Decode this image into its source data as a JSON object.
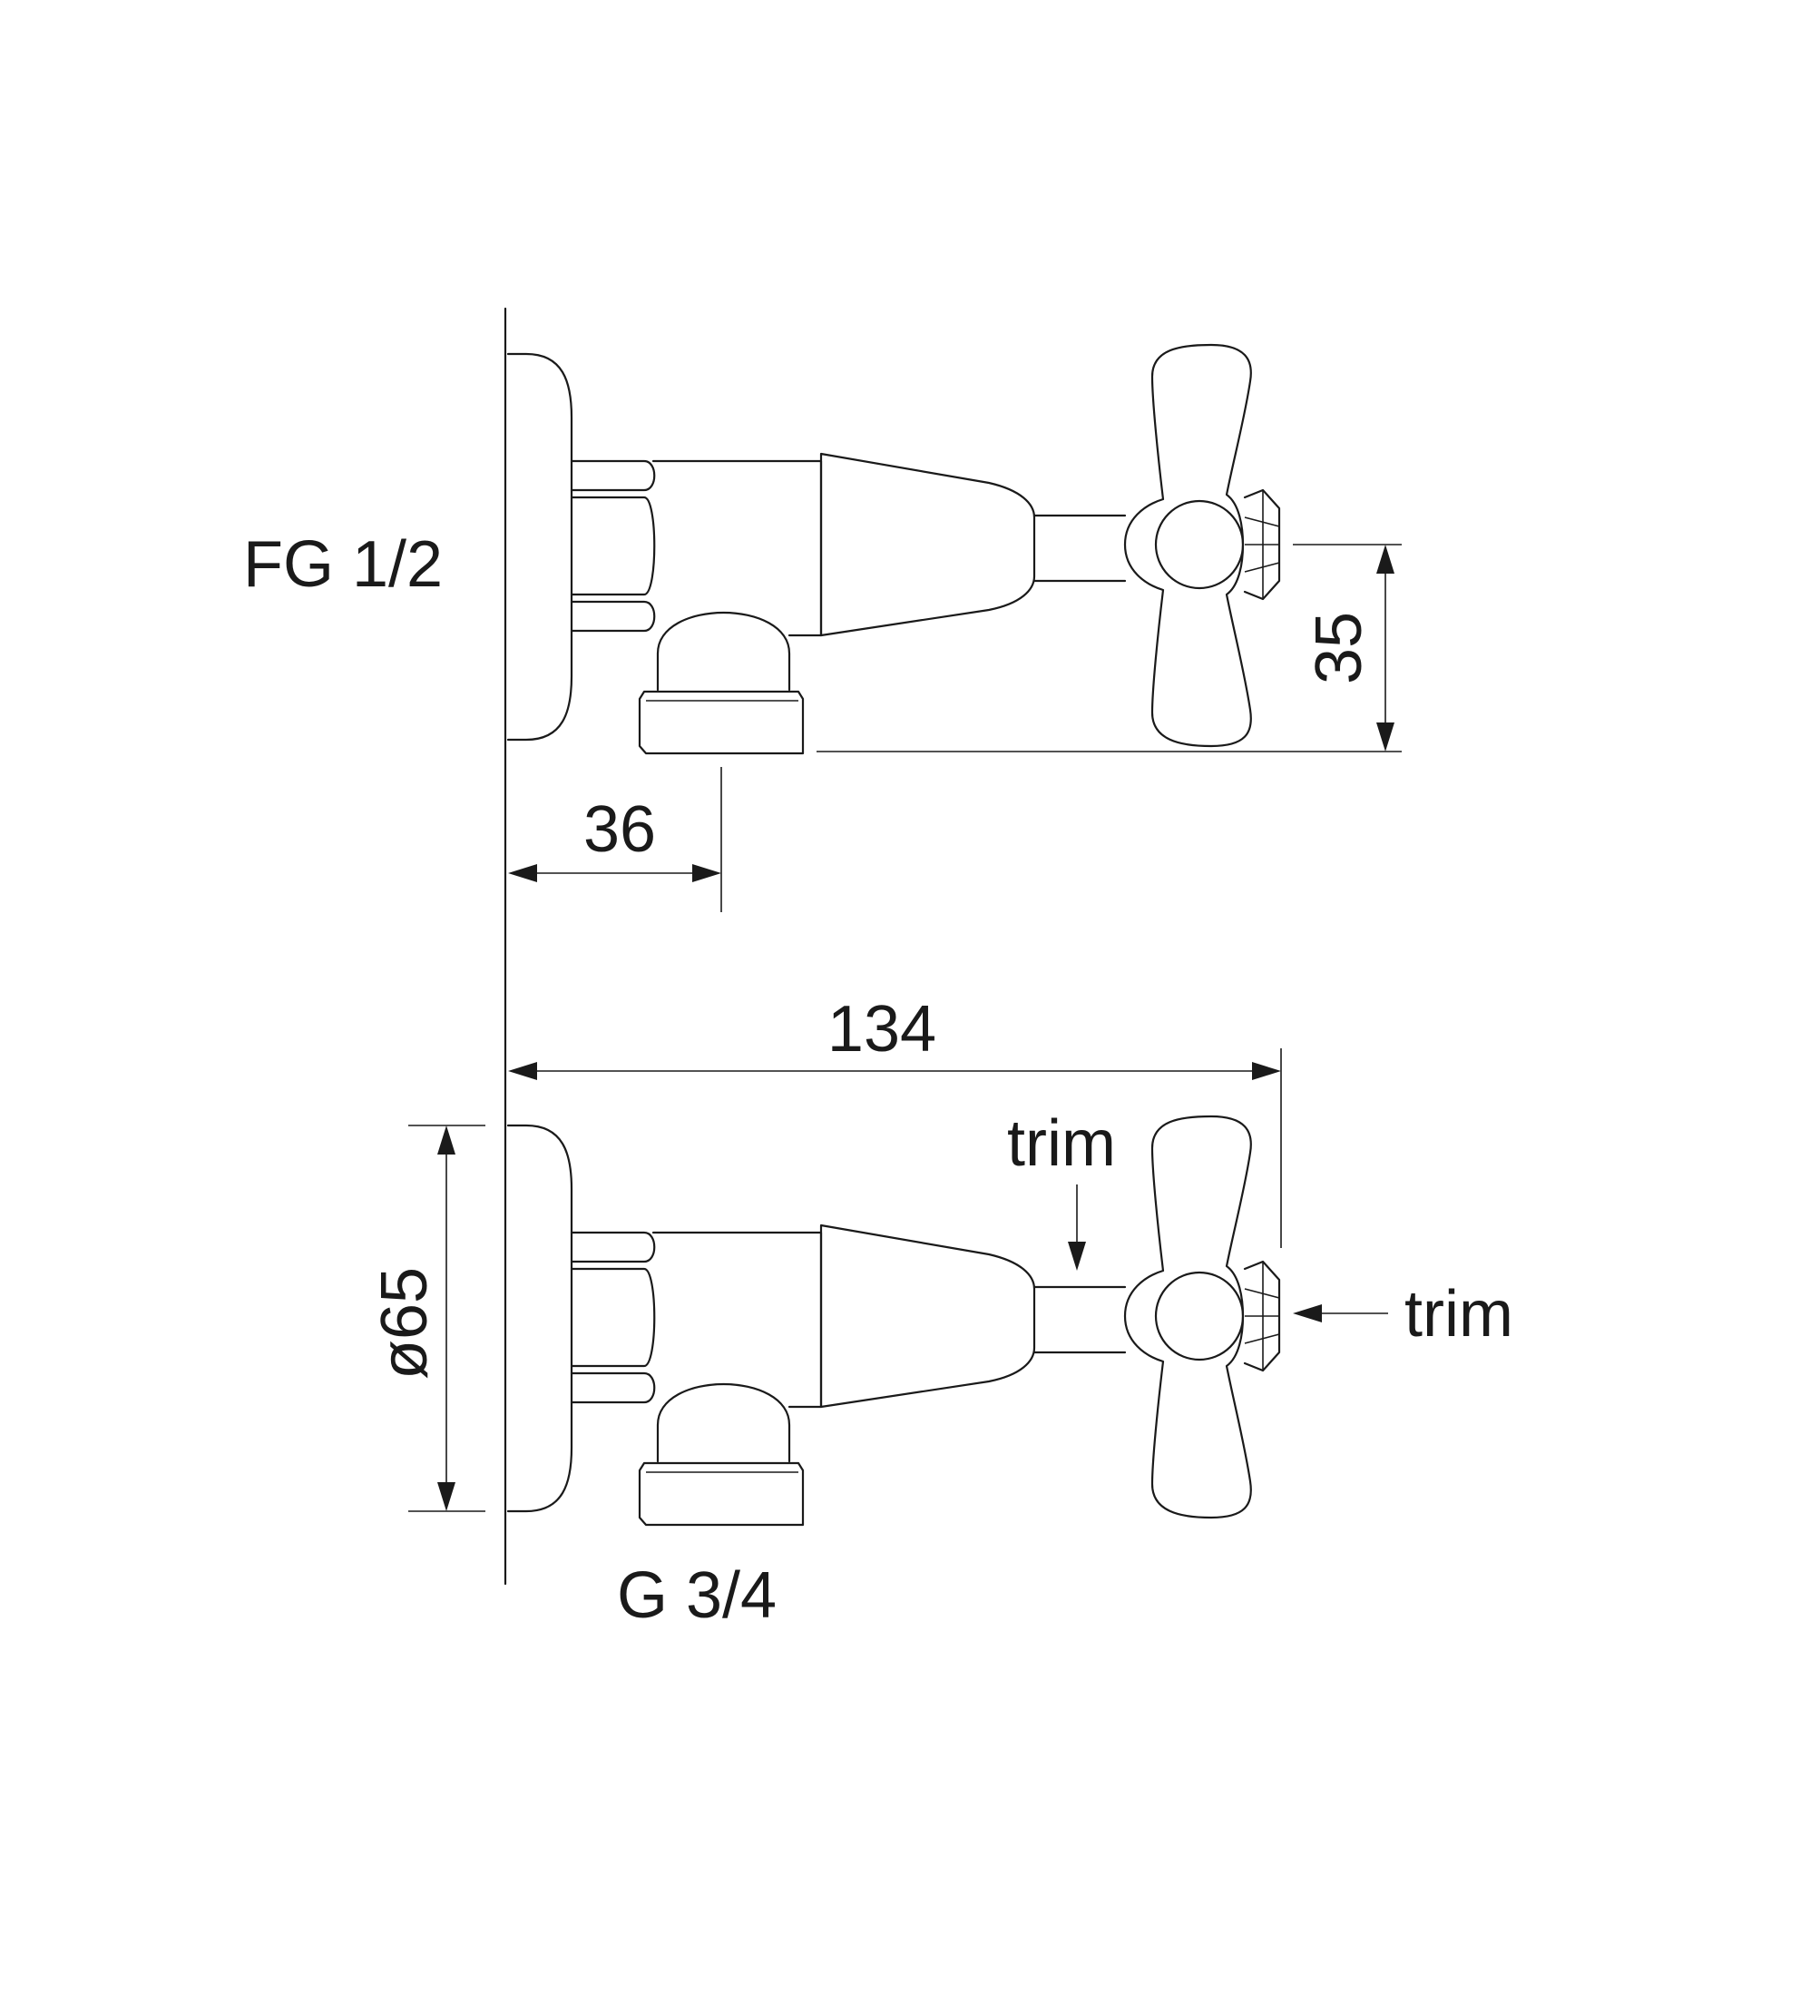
{
  "labels": {
    "inlet_thread": "FG 1/2",
    "outlet_thread": "G 3/4",
    "dim_depth": "36",
    "dim_height": "35",
    "dim_length": "134",
    "dim_diameter": "ø65",
    "trim_top": "trim",
    "trim_right": "trim"
  }
}
